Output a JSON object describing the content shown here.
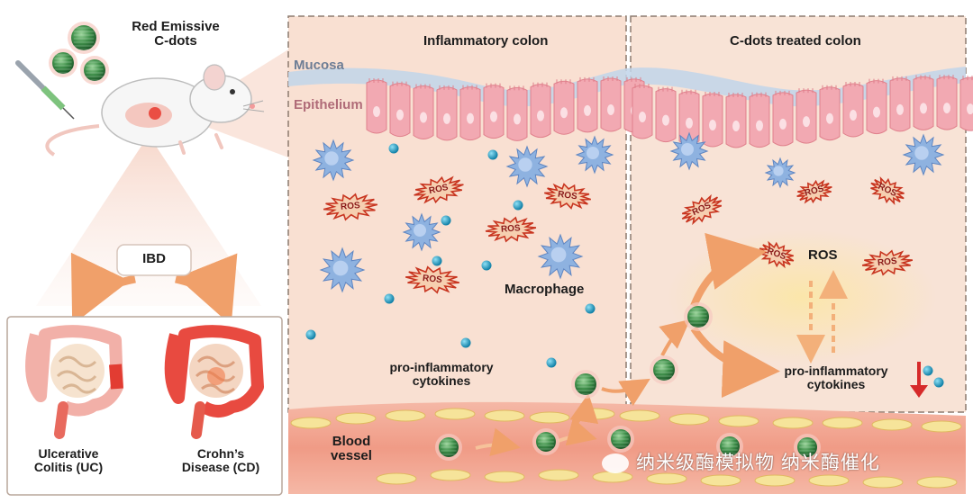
{
  "title_cdots": "Red Emissive\nC-dots",
  "ibd_label": "IBD",
  "uc_label": "Ulcerative\nColitis (UC)",
  "cd_label": "Crohn’s\nDisease (CD)",
  "panel_left_title": "Inflammatory colon",
  "panel_right_title": "C-dots treated colon",
  "mucosa_label": "Mucosa",
  "epithelium_label": "Epithelium",
  "ros_label": "ROS",
  "macrophage_label": "Macrophage",
  "cytokines_label_left": "pro-inflammatory\ncytokines",
  "cytokines_label_right": "pro-inflammatory\ncytokines",
  "ros_cycle_label": "ROS",
  "blood_vessel_label": "Blood\nvessel",
  "watermark": "纳米级酶模拟物 纳米酶催化",
  "colors": {
    "panel_bg": "#f9e0d2",
    "panel_border": "#8c7a6e",
    "epithelium": "#f2a9b2",
    "mucosa": "#b8d0ea",
    "macrophage": "#8eb2e0",
    "cytokine": "#1e9bc0",
    "cdot": "#3f8f4a",
    "ros_fill": "#f3c2a0",
    "ros_edge": "#c83520",
    "vessel": "#f3a392",
    "arrow": "#f0a06a",
    "down_arrow": "#d62a2a"
  }
}
